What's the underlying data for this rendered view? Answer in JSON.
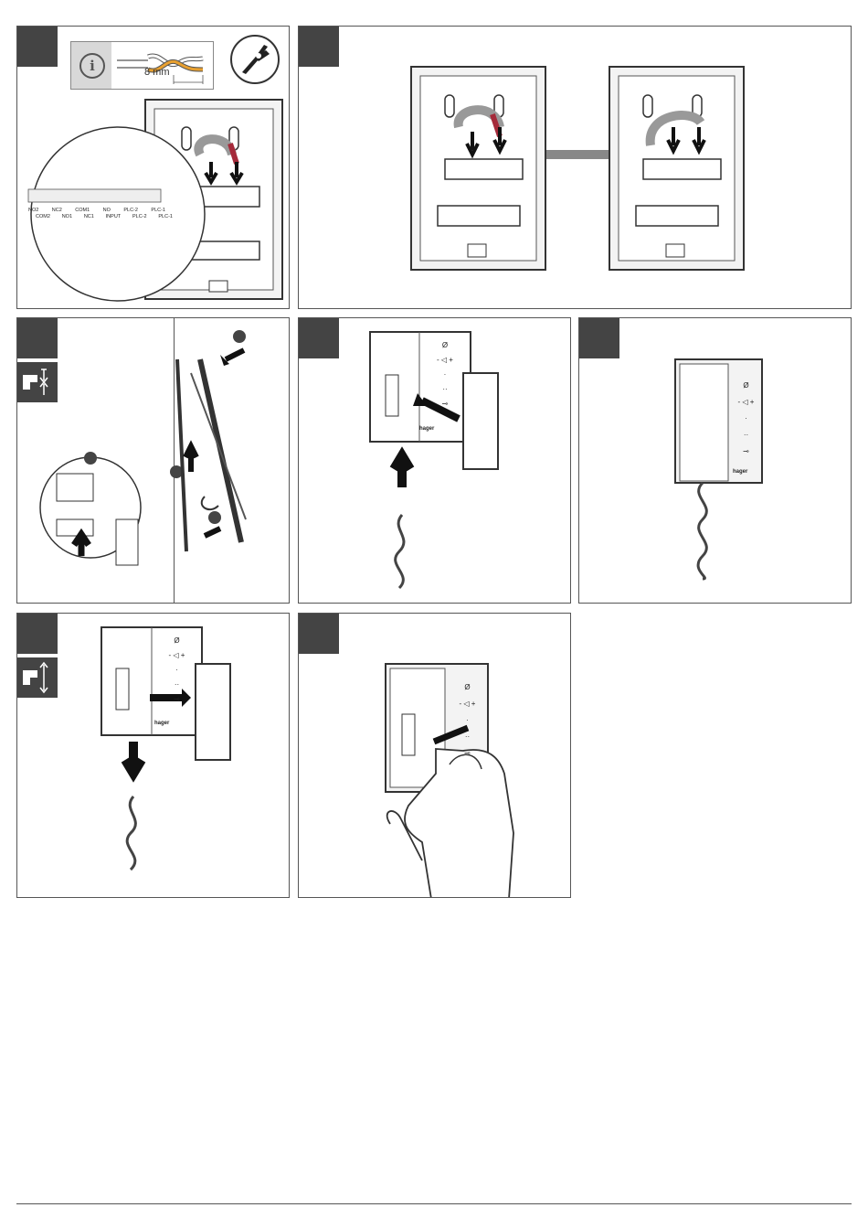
{
  "info_box": {
    "strip_length": "8 mm"
  },
  "terminal_labels": {
    "top_row": [
      "NO2",
      "NC2",
      "COM1",
      "NO",
      "PLC-2",
      "PLC-1"
    ],
    "bottom_row": [
      "COM2",
      "NO1",
      "NC1",
      "INPUT",
      "PLC-2",
      "PLC-1"
    ]
  },
  "device": {
    "brand": "hager",
    "buttons": [
      "Ø",
      "- ◁ +",
      "·",
      "··",
      "⊸"
    ]
  },
  "colors": {
    "step_badge": "#444444",
    "wire_red": "#a52a3a",
    "wire_orange": "#e8a030",
    "info_grey": "#d8d8d8"
  }
}
